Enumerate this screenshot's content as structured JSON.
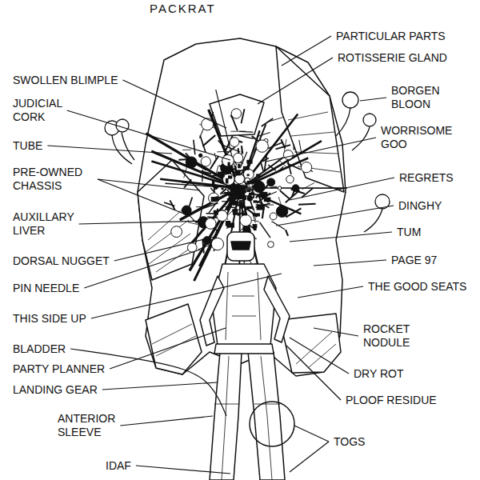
{
  "diagram": {
    "title": "PACKRAT",
    "labels": [
      "SWOLLEN BLIMPLE",
      "JUDICIAL CORK",
      "TUBE",
      "PRE-OWNED CHASSIS",
      "AUXILLARY LIVER",
      "DORSAL NUGGET",
      "PIN NEEDLE",
      "THIS SIDE UP",
      "BLADDER",
      "PARTY PLANNER",
      "LANDING GEAR",
      "ANTERIOR SLEEVE",
      "IDAF",
      "PARTICULAR PARTS",
      "ROTISSERIE GLAND",
      "BORGEN BLOON",
      "WORRISOME GOO",
      "REGRETS",
      "DINGHY",
      "TUM",
      "PAGE 97",
      "THE GOOD SEATS",
      "ROCKET NODULE",
      "DRY ROT",
      "PLOOF RESIDUE",
      "TOGS"
    ]
  }
}
